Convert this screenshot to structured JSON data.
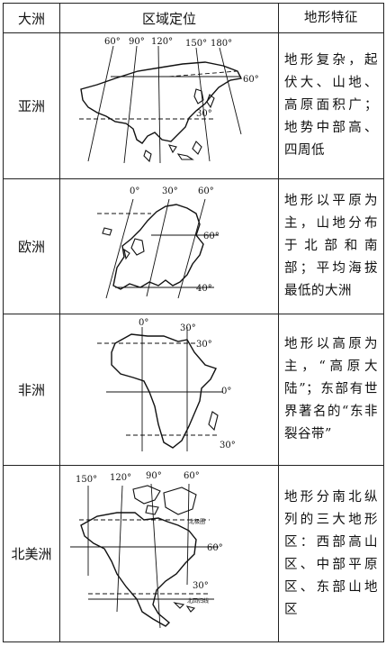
{
  "header": {
    "col1": "大洲",
    "col2": "区域定位",
    "col3": "地形特征"
  },
  "rows": [
    {
      "continent": "亚洲",
      "labels": [
        "60°",
        "90°",
        "120°",
        "150°",
        "180°",
        "60°",
        "30°"
      ],
      "features": "地形复杂，起伏大、山地、高原面积广；地势中部高、四周低"
    },
    {
      "continent": "欧洲",
      "labels": [
        "0°",
        "30°",
        "60°",
        "60°",
        "40°"
      ],
      "features": "地形以平原为主，山地分布于北部和南部；平均海拔最低的大洲"
    },
    {
      "continent": "非洲",
      "labels": [
        "0°",
        "30°",
        "30°",
        "0°",
        "30°"
      ],
      "features": "地形以高原为主，“高原大陆”；东部有世界著名的“东非裂谷带”"
    },
    {
      "continent": "北美洲",
      "labels": [
        "150°",
        "120°",
        "90°",
        "60°",
        "60°",
        "30°",
        "北极圈",
        "北回归线"
      ],
      "features": "地形分南北纵列的三大地形区：西部高山区、中部平原区、东部山地区"
    }
  ]
}
